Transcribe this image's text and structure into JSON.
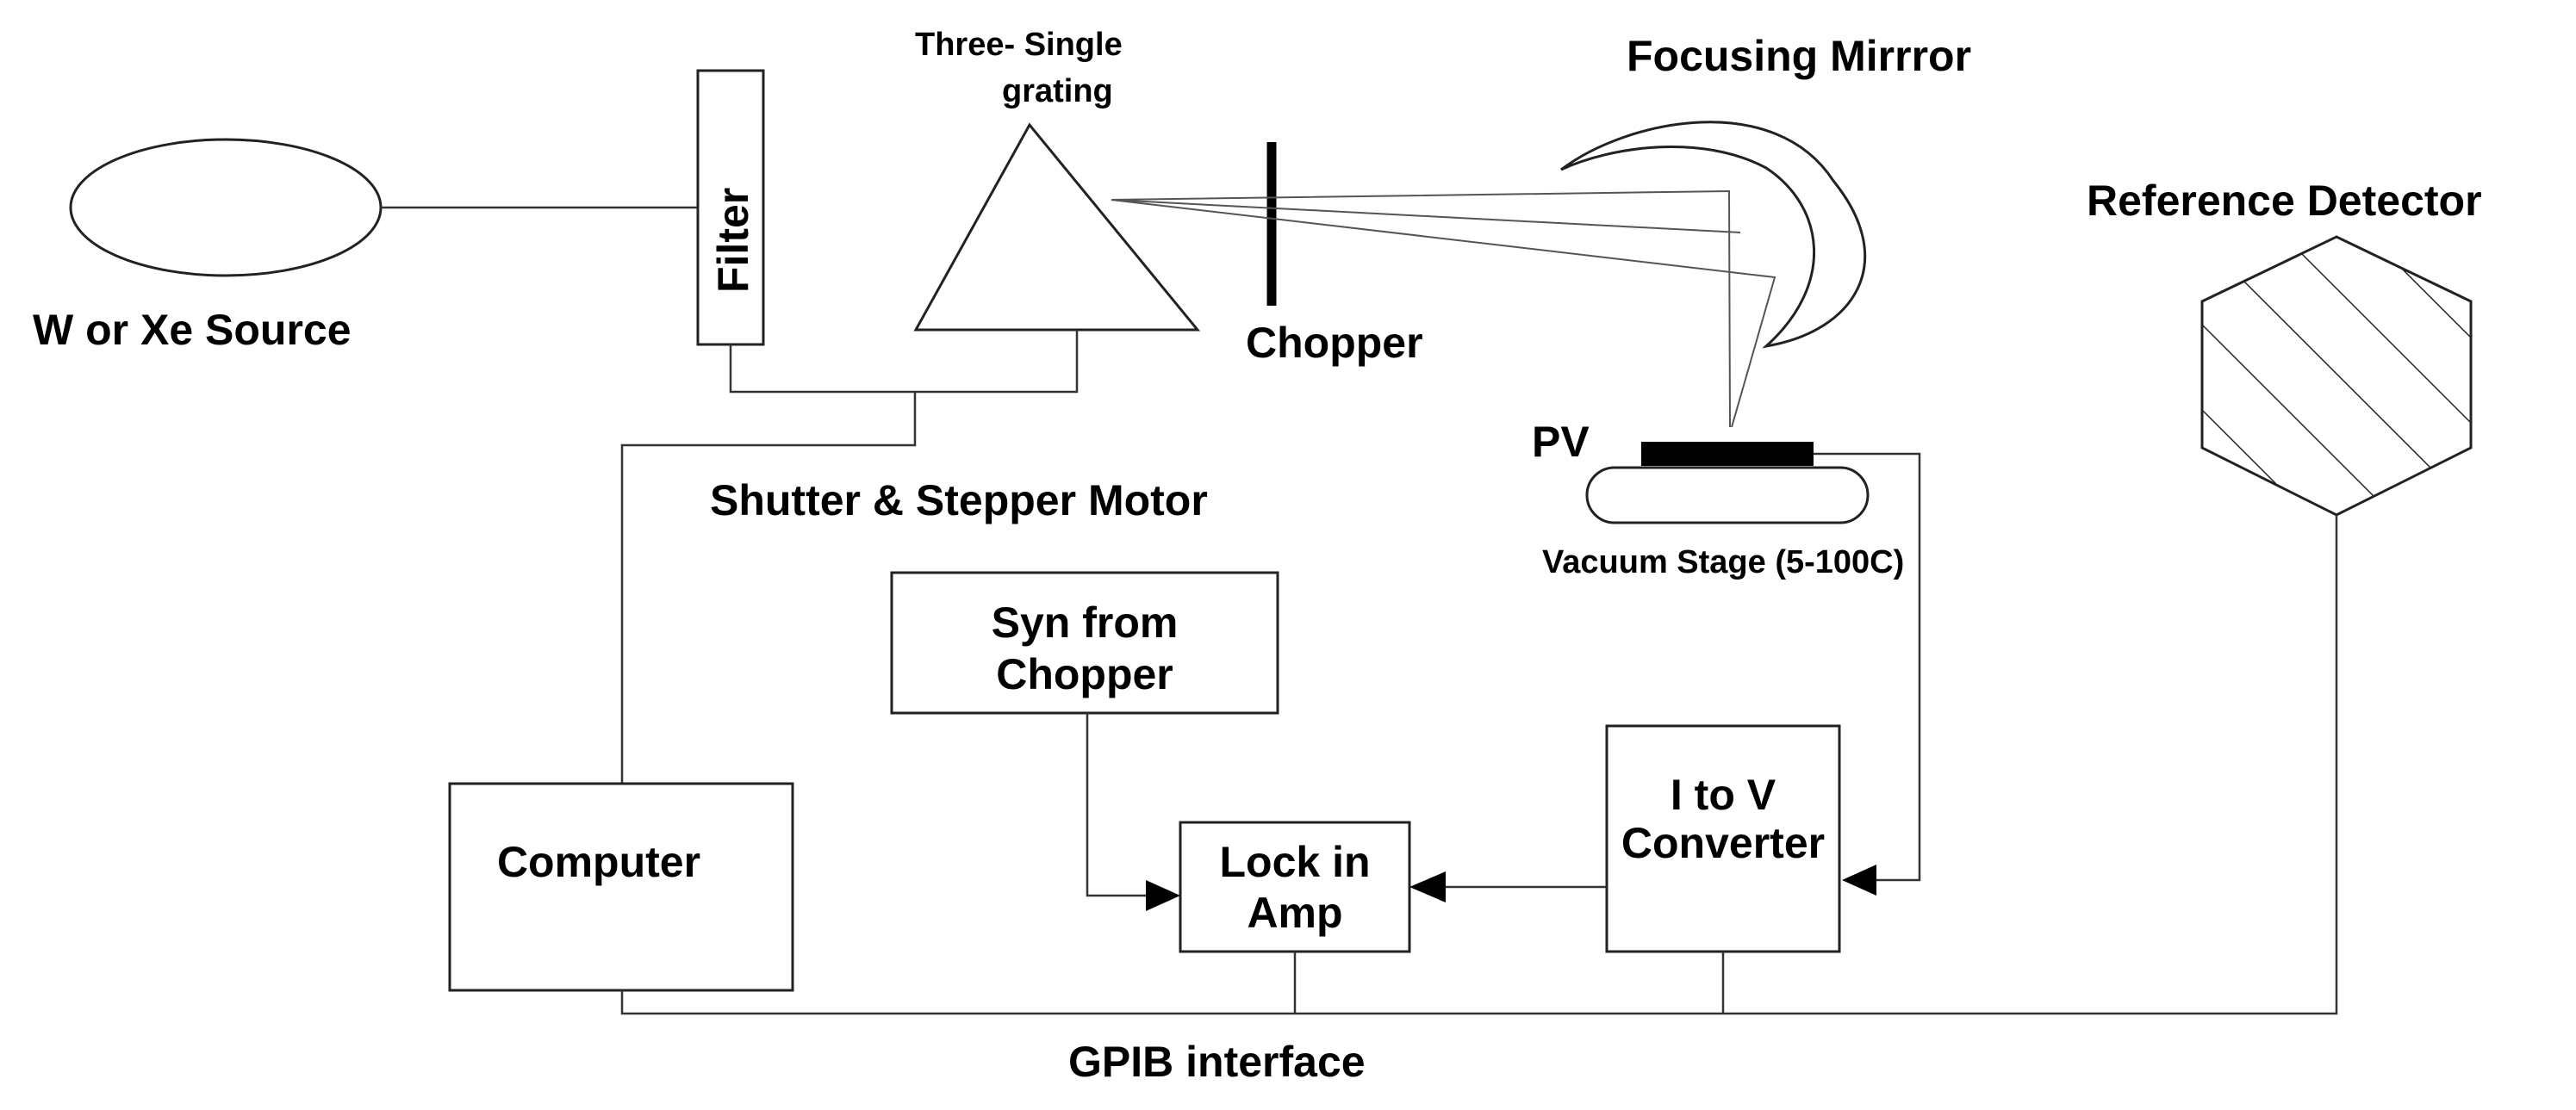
{
  "labels": {
    "source": "W or Xe Source",
    "filter": "Filter",
    "grating_line1": "Three- Single",
    "grating_line2": "grating",
    "chopper": "Chopper",
    "mirror": "Focusing Mirrror",
    "reference_detector": "Reference Detector",
    "pv": "PV",
    "vacuum_stage": "Vacuum Stage (5-100C)",
    "shutter_motor": "Shutter & Stepper Motor",
    "syn_line1": "Syn from",
    "syn_line2": "Chopper",
    "computer": "Computer",
    "lockin_line1": "Lock in",
    "lockin_line2": "Amp",
    "itov_line1": "I to V",
    "itov_line2": "Converter",
    "gpib": "GPIB interface"
  }
}
